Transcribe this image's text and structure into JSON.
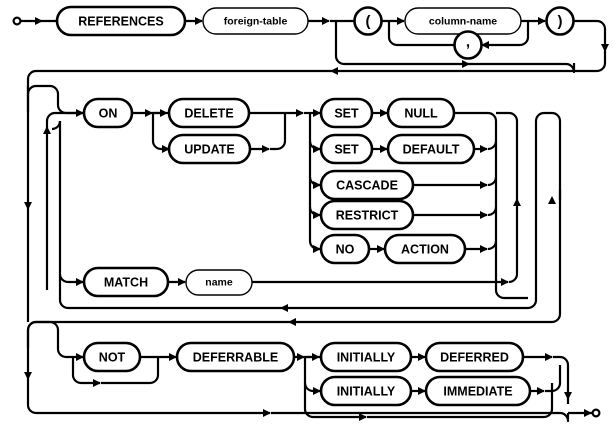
{
  "diagram": {
    "title": "REFERENCES clause syntax railroad diagram",
    "type": "railroad-syntax-diagram",
    "colors": {
      "stroke": "#000000",
      "background": "#ffffff",
      "fill": "#ffffff"
    },
    "nodes": {
      "references": {
        "label": "REFERENCES",
        "kind": "terminal",
        "shape": "stadium"
      },
      "foreign_table": {
        "label": "foreign-table",
        "kind": "nonterminal",
        "shape": "stadium"
      },
      "lparen": {
        "label": "(",
        "kind": "terminal",
        "shape": "circle"
      },
      "column_name": {
        "label": "column-name",
        "kind": "nonterminal",
        "shape": "stadium"
      },
      "comma": {
        "label": ",",
        "kind": "terminal",
        "shape": "circle"
      },
      "rparen": {
        "label": ")",
        "kind": "terminal",
        "shape": "circle"
      },
      "on": {
        "label": "ON",
        "kind": "terminal",
        "shape": "stadium"
      },
      "delete": {
        "label": "DELETE",
        "kind": "terminal",
        "shape": "stadium"
      },
      "update": {
        "label": "UPDATE",
        "kind": "terminal",
        "shape": "stadium"
      },
      "set1": {
        "label": "SET",
        "kind": "terminal",
        "shape": "stadium"
      },
      "null": {
        "label": "NULL",
        "kind": "terminal",
        "shape": "stadium"
      },
      "set2": {
        "label": "SET",
        "kind": "terminal",
        "shape": "stadium"
      },
      "default": {
        "label": "DEFAULT",
        "kind": "terminal",
        "shape": "stadium"
      },
      "cascade": {
        "label": "CASCADE",
        "kind": "terminal",
        "shape": "stadium"
      },
      "restrict": {
        "label": "RESTRICT",
        "kind": "terminal",
        "shape": "stadium"
      },
      "no": {
        "label": "NO",
        "kind": "terminal",
        "shape": "stadium"
      },
      "action": {
        "label": "ACTION",
        "kind": "terminal",
        "shape": "stadium"
      },
      "match": {
        "label": "MATCH",
        "kind": "terminal",
        "shape": "stadium"
      },
      "name": {
        "label": "name",
        "kind": "nonterminal",
        "shape": "stadium"
      },
      "not": {
        "label": "NOT",
        "kind": "terminal",
        "shape": "stadium"
      },
      "deferrable": {
        "label": "DEFERRABLE",
        "kind": "terminal",
        "shape": "stadium"
      },
      "initially1": {
        "label": "INITIALLY",
        "kind": "terminal",
        "shape": "stadium"
      },
      "deferred": {
        "label": "DEFERRED",
        "kind": "terminal",
        "shape": "stadium"
      },
      "initially2": {
        "label": "INITIALLY",
        "kind": "terminal",
        "shape": "stadium"
      },
      "immediate": {
        "label": "IMMEDIATE",
        "kind": "terminal",
        "shape": "stadium"
      }
    }
  }
}
